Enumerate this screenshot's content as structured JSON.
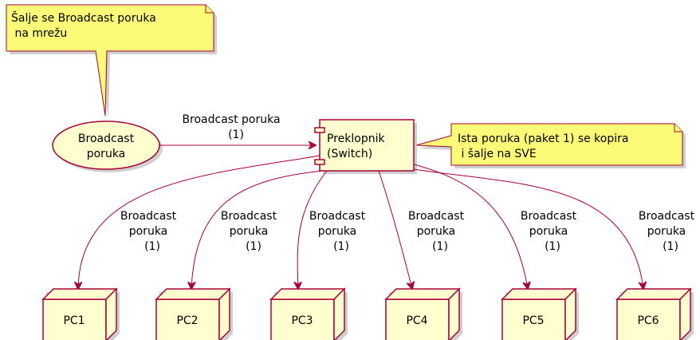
{
  "colors": {
    "node_fill": "#FEFECE",
    "node_stroke": "#A80036",
    "arrow": "#A80036",
    "note_fill": "#FBFB77",
    "note_stroke": "#A80036",
    "shadow": "#BBBBBB"
  },
  "note_top": {
    "lines": [
      "Šalje se Broadcast poruka",
      " na mrežu"
    ]
  },
  "note_right": {
    "lines": [
      "Ista poruka (paket 1) se kopira",
      " i šalje na SVE"
    ]
  },
  "usecase": {
    "lines": [
      "Broadcast",
      "poruka"
    ]
  },
  "switch": {
    "lines": [
      "Preklopnik",
      "(Switch)"
    ]
  },
  "main_edge": {
    "lines": [
      "Broadcast poruka",
      "(1)"
    ]
  },
  "edges": [
    {
      "lines": [
        "Broadcast",
        "poruka",
        "(1)"
      ]
    },
    {
      "lines": [
        "Broadcast",
        "poruka",
        "(1)"
      ]
    },
    {
      "lines": [
        "Broadcast",
        "poruka",
        "(1)"
      ]
    },
    {
      "lines": [
        "Broadcast",
        "poruka",
        "(1)"
      ]
    },
    {
      "lines": [
        "Broadcast",
        "poruka",
        "(1)"
      ]
    },
    {
      "lines": [
        "Broadcast",
        "poruka",
        "(1)"
      ]
    }
  ],
  "pcs": [
    {
      "label": "PC1"
    },
    {
      "label": "PC2"
    },
    {
      "label": "PC3"
    },
    {
      "label": "PC4"
    },
    {
      "label": "PC5"
    },
    {
      "label": "PC6"
    }
  ]
}
